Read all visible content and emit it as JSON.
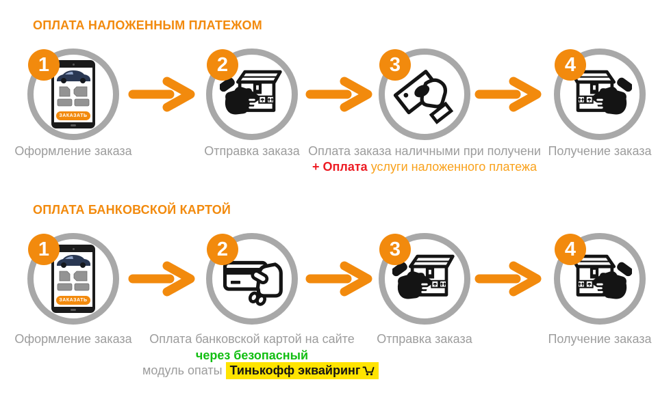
{
  "colors": {
    "accent_orange": "#F28A0D",
    "light_orange": "#F9A11B",
    "caption_grey": "#9C9C9C",
    "ring_grey": "#A8A8A8",
    "red": "#ED1C24",
    "green": "#12BE12",
    "highlight_yellow": "#FFE400",
    "icon_black": "#141414"
  },
  "tablet": {
    "order_button": "ЗАКАЗАТЬ"
  },
  "sections": [
    {
      "title": "ОПЛАТА НАЛОЖЕННЫМ ПЛАТЕЖОМ",
      "steps": [
        {
          "number": "1",
          "caption": "Оформление заказа"
        },
        {
          "number": "2",
          "caption": "Отправка заказа"
        },
        {
          "number": "3",
          "caption": "Оплата заказа наличными при получени",
          "caption2_red": "+ Оплата",
          "caption2_orange": "услуги наложенного платежа"
        },
        {
          "number": "4",
          "caption": "Получение заказа"
        }
      ]
    },
    {
      "title": "ОПЛАТА БАНКОВСКОЙ КАРТОЙ",
      "steps": [
        {
          "number": "1",
          "caption": "Оформление заказа"
        },
        {
          "number": "2",
          "caption": "Оплата банковской картой на сайте",
          "caption2_green": "через безопасный",
          "caption3_grey": "модуль опаты",
          "caption3_highlight": "Тинькофф эквайринг"
        },
        {
          "number": "3",
          "caption": "Отправка заказа"
        },
        {
          "number": "4",
          "caption": "Получение заказа"
        }
      ]
    }
  ]
}
